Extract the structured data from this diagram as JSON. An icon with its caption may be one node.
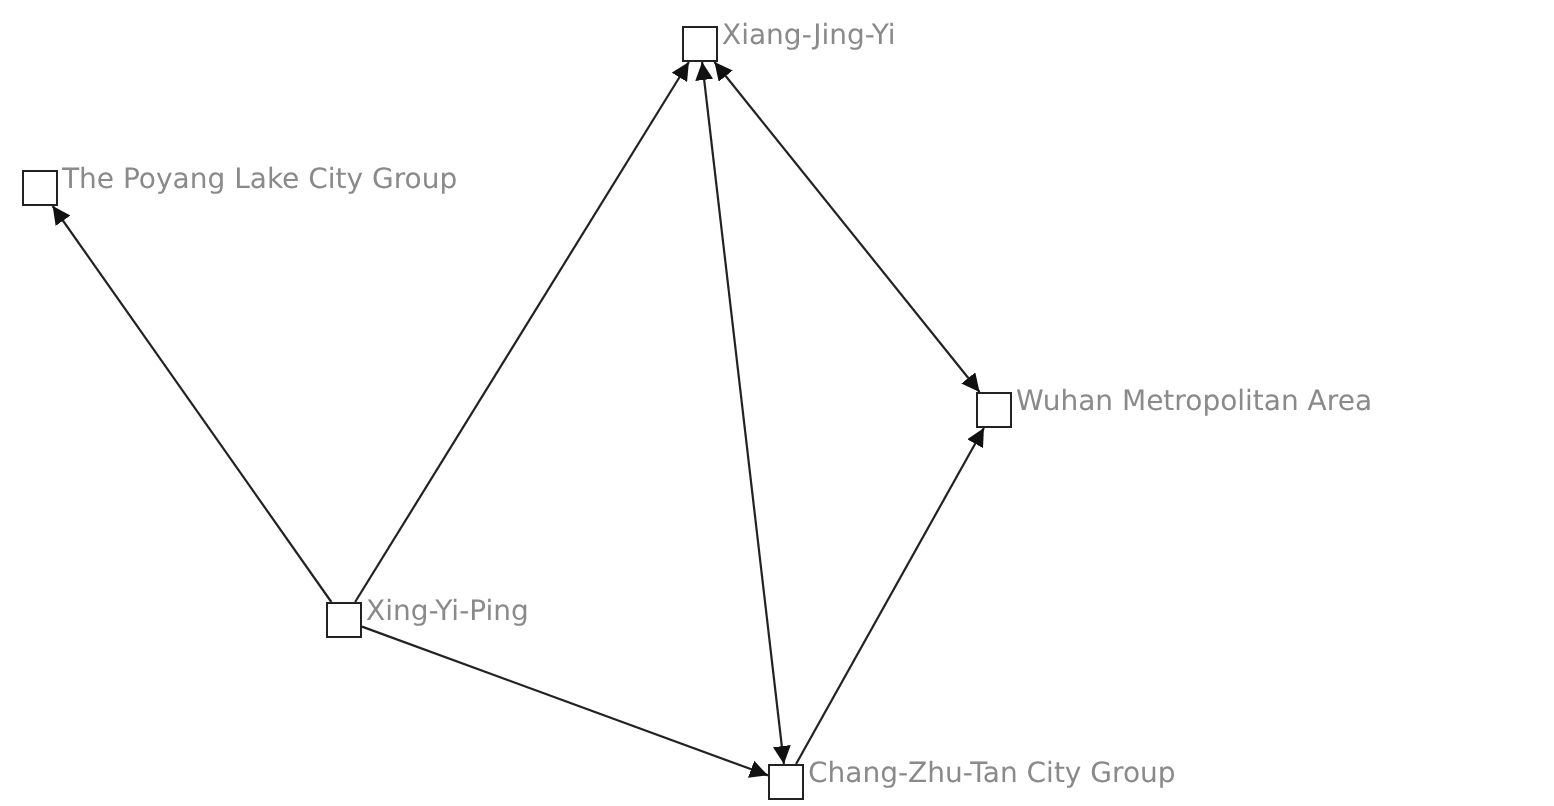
{
  "diagram": {
    "nodes": [
      {
        "text": [],
        "shape": "box",
        "beside": [
          "Xiang-Jing-Yi"
        ]
      },
      {
        "text": [],
        "shape": "box",
        "beside": [
          "The Poyang Lake City Group"
        ]
      },
      {
        "text": [],
        "shape": "box",
        "beside": [
          "Wuhan Metropolitan Area"
        ]
      },
      {
        "text": [],
        "shape": "box",
        "beside": [
          "Xing-Yi-Ping"
        ]
      },
      {
        "text": [],
        "shape": "box",
        "beside": [
          "Chang-Zhu-Tan City Group"
        ]
      }
    ],
    "edges": [
      {
        "from": 3,
        "to": 1,
        "arrow": "to"
      },
      {
        "from": 3,
        "to": 0,
        "arrow": "to"
      },
      {
        "from": 3,
        "to": 4,
        "arrow": "to"
      },
      {
        "from": 0,
        "to": 2,
        "arrow": "both"
      },
      {
        "from": 0,
        "to": 4,
        "arrow": "both"
      },
      {
        "from": 4,
        "to": 2,
        "arrow": "to"
      }
    ]
  }
}
